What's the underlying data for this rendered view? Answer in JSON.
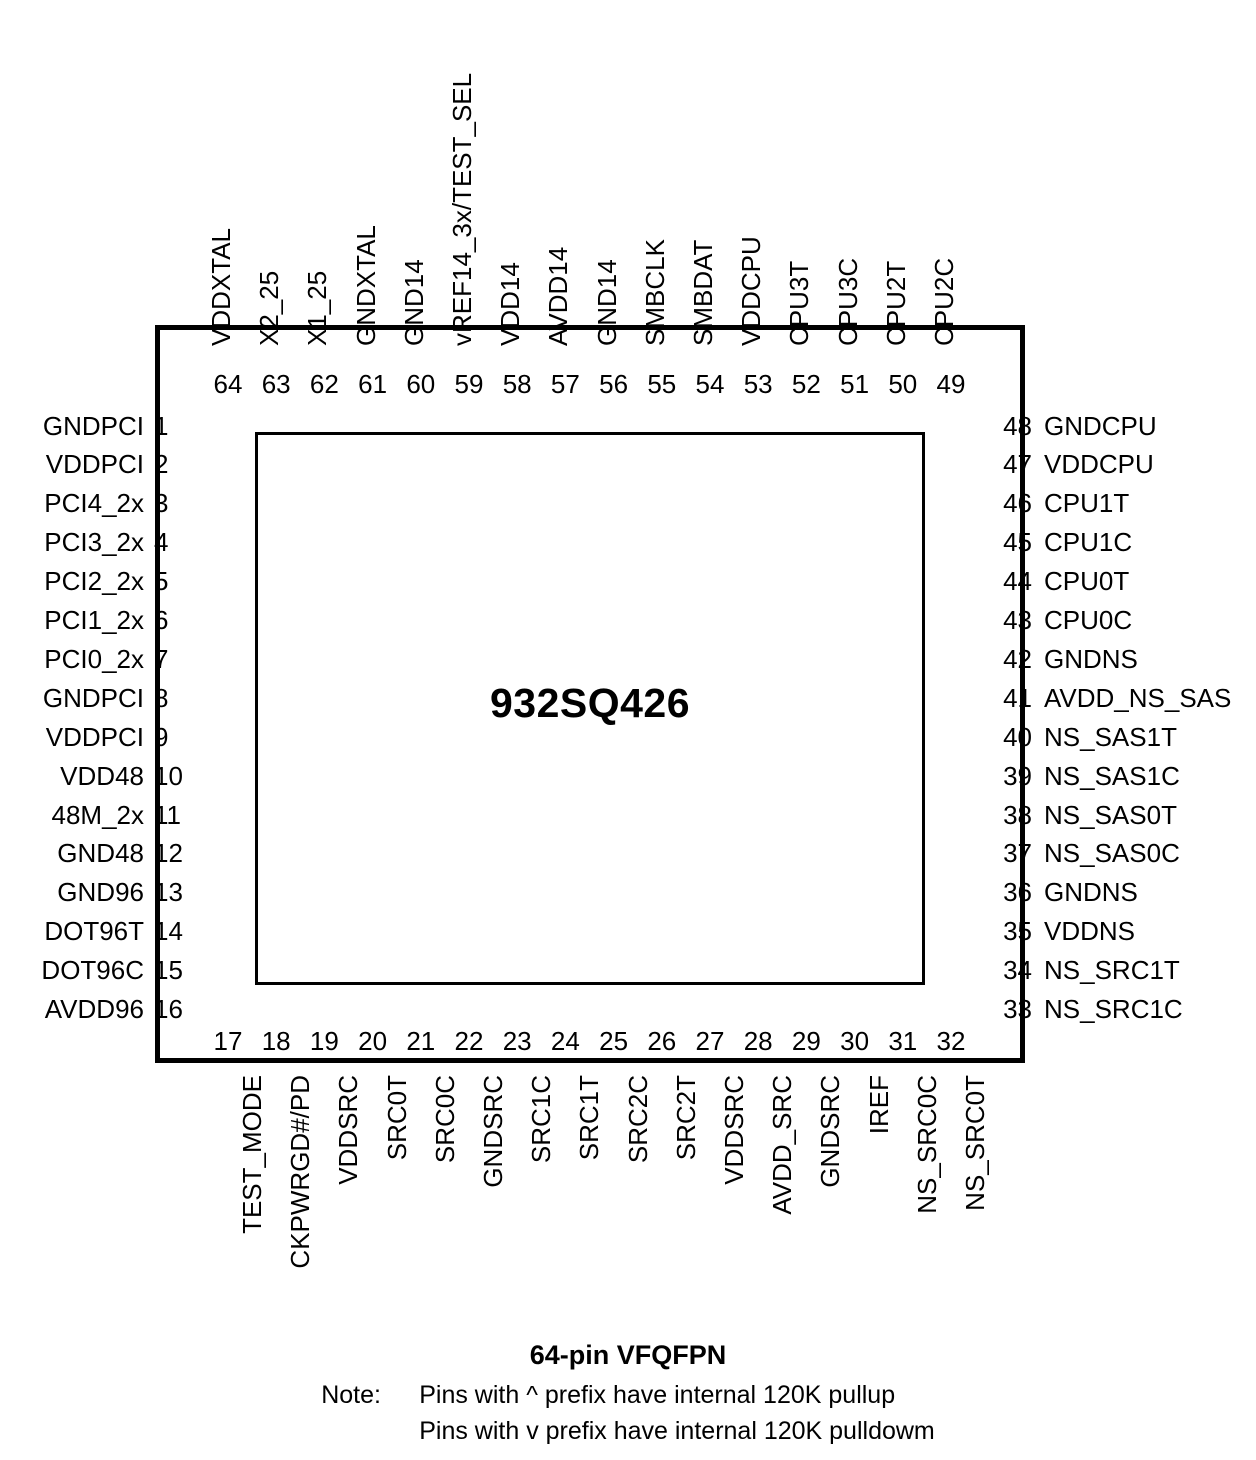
{
  "package": {
    "part_number": "932SQ426",
    "title": "64-pin VFQFPN"
  },
  "notes": {
    "tag": "Note:",
    "line1": "Pins with ^ prefix have internal 120K pullup",
    "line2": "Pins with v prefix have internal 120K pulldowm"
  },
  "pins": {
    "left": [
      {
        "num": "1",
        "label": "GNDPCI"
      },
      {
        "num": "2",
        "label": "VDDPCI"
      },
      {
        "num": "3",
        "label": "PCI4_2x"
      },
      {
        "num": "4",
        "label": "PCI3_2x"
      },
      {
        "num": "5",
        "label": "PCI2_2x"
      },
      {
        "num": "6",
        "label": "PCI1_2x"
      },
      {
        "num": "7",
        "label": "PCI0_2x"
      },
      {
        "num": "8",
        "label": "GNDPCI"
      },
      {
        "num": "9",
        "label": "VDDPCI"
      },
      {
        "num": "10",
        "label": "VDD48"
      },
      {
        "num": "11",
        "label": "48M_2x"
      },
      {
        "num": "12",
        "label": "GND48"
      },
      {
        "num": "13",
        "label": "GND96"
      },
      {
        "num": "14",
        "label": "DOT96T"
      },
      {
        "num": "15",
        "label": "DOT96C"
      },
      {
        "num": "16",
        "label": "AVDD96"
      }
    ],
    "bottom": [
      {
        "num": "17",
        "label": "TEST_MODE"
      },
      {
        "num": "18",
        "label": "CKPWRGD#/PD"
      },
      {
        "num": "19",
        "label": "VDDSRC"
      },
      {
        "num": "20",
        "label": "SRC0T"
      },
      {
        "num": "21",
        "label": "SRC0C"
      },
      {
        "num": "22",
        "label": "GNDSRC"
      },
      {
        "num": "23",
        "label": "SRC1C"
      },
      {
        "num": "24",
        "label": "SRC1T"
      },
      {
        "num": "25",
        "label": "SRC2C"
      },
      {
        "num": "26",
        "label": "SRC2T"
      },
      {
        "num": "27",
        "label": "VDDSRC"
      },
      {
        "num": "28",
        "label": "AVDD_SRC"
      },
      {
        "num": "29",
        "label": "GNDSRC"
      },
      {
        "num": "30",
        "label": "IREF"
      },
      {
        "num": "31",
        "label": "NS_SRC0C"
      },
      {
        "num": "32",
        "label": "NS_SRC0T"
      }
    ],
    "right": [
      {
        "num": "48",
        "label": "GNDCPU"
      },
      {
        "num": "47",
        "label": "VDDCPU"
      },
      {
        "num": "46",
        "label": "CPU1T"
      },
      {
        "num": "45",
        "label": "CPU1C"
      },
      {
        "num": "44",
        "label": "CPU0T"
      },
      {
        "num": "43",
        "label": "CPU0C"
      },
      {
        "num": "42",
        "label": "GNDNS"
      },
      {
        "num": "41",
        "label": "AVDD_NS_SAS"
      },
      {
        "num": "40",
        "label": "NS_SAS1T"
      },
      {
        "num": "39",
        "label": "NS_SAS1C"
      },
      {
        "num": "38",
        "label": "NS_SAS0T"
      },
      {
        "num": "37",
        "label": "NS_SAS0C"
      },
      {
        "num": "36",
        "label": "GNDNS"
      },
      {
        "num": "35",
        "label": "VDDNS"
      },
      {
        "num": "34",
        "label": "NS_SRC1T"
      },
      {
        "num": "33",
        "label": "NS_SRC1C"
      }
    ],
    "top": [
      {
        "num": "64",
        "label": "VDDXTAL"
      },
      {
        "num": "63",
        "label": "X2_25"
      },
      {
        "num": "62",
        "label": "X1_25"
      },
      {
        "num": "61",
        "label": "GNDXTAL"
      },
      {
        "num": "60",
        "label": "GND14"
      },
      {
        "num": "59",
        "label": "vREF14_3x/TEST_SEL"
      },
      {
        "num": "58",
        "label": "VDD14"
      },
      {
        "num": "57",
        "label": "AVDD14"
      },
      {
        "num": "56",
        "label": "GND14"
      },
      {
        "num": "55",
        "label": "SMBCLK"
      },
      {
        "num": "54",
        "label": "SMBDAT"
      },
      {
        "num": "53",
        "label": "VDDCPU"
      },
      {
        "num": "52",
        "label": "CPU3T"
      },
      {
        "num": "51",
        "label": "CPU3C"
      },
      {
        "num": "50",
        "label": "CPU2T"
      },
      {
        "num": "49",
        "label": "CPU2C"
      }
    ]
  }
}
